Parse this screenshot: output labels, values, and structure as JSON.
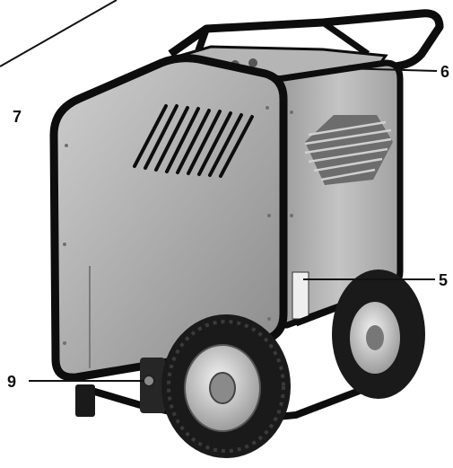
{
  "illustration": {
    "subject": "pressure-washer-unit",
    "colors": {
      "frame": "#0d0d0d",
      "panel_light": "#c9c9c9",
      "panel_dark": "#8f8f8f",
      "tire": "#1a1a1a",
      "hub": "#d8d8d8",
      "leader": "#111111"
    }
  },
  "callouts": {
    "c5": "5",
    "c6": "6",
    "c7": "7",
    "c9": "9"
  }
}
